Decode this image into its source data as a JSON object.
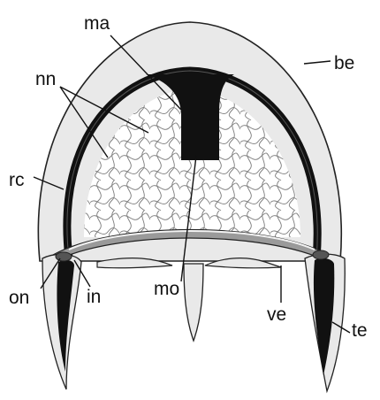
{
  "labels": {
    "ma": "ma",
    "nn": "nn",
    "be": "be",
    "rc": "rc",
    "on": "on",
    "in": "in",
    "mo": "mo",
    "ve": "ve",
    "te": "te"
  },
  "colors": {
    "bell": "#e9e9e9",
    "canal": "#111111",
    "mesh_fill": "#ffffff",
    "mesh_line": "#777777",
    "velum": "#9a9a9a",
    "outline": "#222222"
  }
}
